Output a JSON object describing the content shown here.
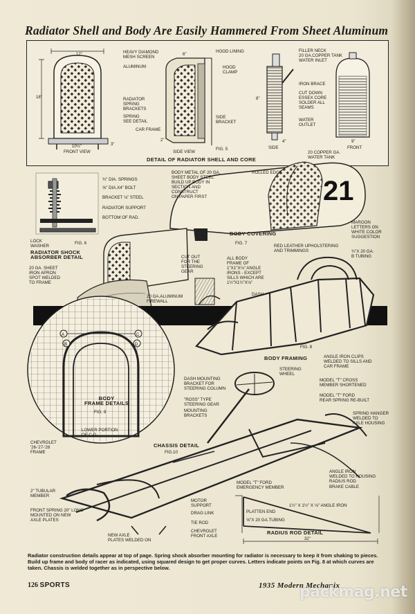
{
  "headline": "Radiator Shell and Body Are Easily Hammered From Sheet Aluminum",
  "fig5": {
    "labels": {
      "heavy_mesh": "HEAVY DIAMOND\nMESH SCREEN",
      "aluminum": "ALUMINUM",
      "spring_brackets": "RADIATOR\nSPRING\nBRACKETS",
      "spring_detail": "SPRING\nSEE DETAIL",
      "car_frame": "CAR FRAME",
      "front_view": "FRONT VIEW",
      "hood_lining": "HOOD LINING",
      "hood_clamp": "HOOD\nCLAMP",
      "side_bracket": "SIDE\nBRACKET",
      "side_view": "SIDE VIEW",
      "fig": "FIG. 5",
      "filler_neck": "FILLER NECK",
      "copper_tank": "20 GA.COPPER TANK",
      "water_inlet": "WATER INLET",
      "iron_brace": "IRON BRACE",
      "essex_core": "CUT DOWN\nESSEX CORE\nSOLDER ALL\nSEAMS",
      "water_outlet": "WATER\nOUTLET",
      "side": "SIDE",
      "front": "FRONT",
      "water_tank": "20 COPPER GA.\nWATER TANK",
      "detail_title": "DETAIL OF RADIATOR SHELL AND CORE"
    },
    "dims": {
      "w12": "12\"",
      "h18": "18\"",
      "w10": "10½\"",
      "d6": "6\"",
      "d4": "4\"",
      "d2a": "2\"",
      "d3": "3\"",
      "h8": "8\"",
      "d9": "9\""
    }
  },
  "fig6": {
    "springs": "¾\" DIA. SPRINGS",
    "bolt": "⅝\" DIA.X4\" BOLT",
    "bracket": "BRACKET ⅛\" STEEL",
    "support": "RADIATOR SUPPORT",
    "bottom": "BOTTOM OF RAD.",
    "lock_washer": "LOCK\nWASHER",
    "fig": "FIG. 6",
    "title": "RADIATOR SHOCK\nABSORBER DETAIL"
  },
  "fig7": {
    "body_metal": "BODY METAL OF 20 GA.\nSHEET BODY STEEL.\nBUILD UP BODY IN\nSECTION AND\nCONSTRUCT\nON PAPER FIRST",
    "rolled_edge": "ROLLED EDGE",
    "number": "21",
    "maroon": "MAROON\nLETTERS ON\nWHITE COLOR\nSUGGESTION",
    "title": "BODY COVERING",
    "fig": "FIG. 7",
    "upholstering": "RED LEATHER UPHOLSTERING\nAND TRIMMINGS",
    "cut_out": "CUT OUT\nFOR THE\nSTEERING\nGEAR"
  },
  "fig8": {
    "apron": "20 GA. SHEET\nIRON APRON\nSPOT WELDED\nTO FRAME",
    "frame": "ALL BODY\nFRAME OF\n1\"X1\"X⅛\" ANGLE\nIRONS - EXCEPT\nSILLS WHICH ARE\n1½\"X1½\"X⅛\"",
    "tubing": "¾\"X 20 GA.\nB TUBING",
    "firewall": "20 GA.ALUMINUM\nFIREWALL",
    "dash": "DASH",
    "title": "BODY FRAMING",
    "fig": "FIG. 8",
    "clips": "ANGLE IRON CLIPS\nWELDED TO SILLS AND\nCAR FRAME"
  },
  "fig9": {
    "title": "BODY\nFRAME DETAILS",
    "fig": "FIG. 9",
    "lower": "LOWER PORTION\nOF C-D"
  },
  "fig10": {
    "dash_bracket": "DASH MOUNTING\nBRACKET FOR\nSTEERING COLUMN",
    "steering_wheel": "STEERING\nWHEEL",
    "ross_gear": "\"ROSS\" TYPE\nSTEERING GEAR",
    "mounting_brackets": "MOUNTING\nBRACKETS",
    "cross_member": "MODEL \"T\" CROSS\nMEMBER SHORTENED",
    "rear_spring": "MODEL \"T\" FORD\nREAR SPRING RE-BUILT",
    "spring_hanger": "SPRING HANGER\nWELDED TO\nAXLE HOUSING",
    "chevrolet_frame": "CHEVROLET\n'26-'27-'28\nFRAME",
    "title": "CHASSIS DETAIL",
    "fig": "FIG.10",
    "angle_iron": "ANGLE IRON\nWELDED TO HOUSING",
    "radius_rod": "RADIUS ROD",
    "brake_cable": "BRAKE CABLE",
    "emergency": "MODEL \"T\" FORD\nEMERGENCY MEMBER",
    "tubular": "2\" TUBULAR\nMEMBER",
    "motor_support": "MOTOR\nSUPPORT",
    "drag_link": "DRAG LINK",
    "tie_rod": "TIE ROD",
    "front_spring": "FRONT SPRING 20\" LONG\nMOUNTED ON NEW\nAXLE PLATES",
    "axle_plates": "NEW AXLE\nPLATES WELDED ON",
    "front_axle": "CHEVROLET\nFRONT AXLE",
    "platten_end": "PLATTEN END",
    "rod_tubing": "⅝\"X 20 GA.TUBING",
    "rod_angle": "1½\" X 1½\" X ⅛\" ANGLE IRON",
    "rod_title": "RADIUS ROD DETAIL",
    "rod_len": "32\""
  },
  "caption": "Radiator construction details appear at top of page. Spring shock absorber mounting for radiator is necessary to keep it from shaking to pieces. Build up frame and body of racer as indicated, using squared design to get proper curves. Letters indicate points on Fig. 8 at which curves are taken. Chassis is welded together as in perspective below.",
  "folio": {
    "page": "126",
    "section": "SPORTS",
    "magazine": "1935 Modern Mechanix"
  },
  "watermark": "packmag.net",
  "colors": {
    "paper": "#ece6d2",
    "ink": "#1d1b17"
  }
}
